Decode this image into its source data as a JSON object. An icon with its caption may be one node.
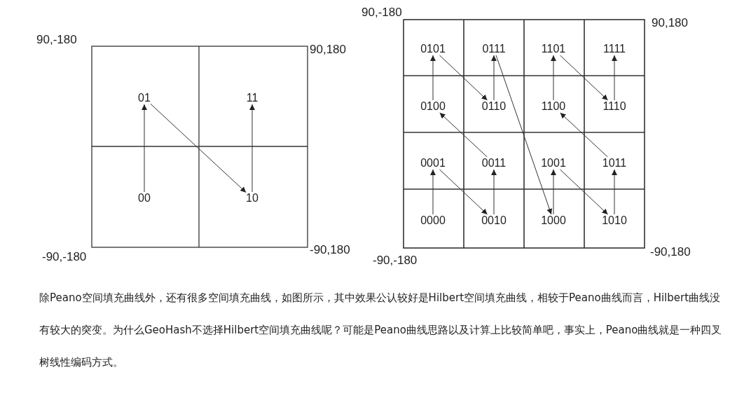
{
  "diagram": {
    "nodes": [
      {
        "text": [
          "01"
        ]
      },
      {
        "text": [
          "11"
        ]
      },
      {
        "text": [
          "00"
        ]
      },
      {
        "text": [
          "10"
        ]
      },
      {
        "text": [
          "0101"
        ]
      },
      {
        "text": [
          "0111"
        ]
      },
      {
        "text": [
          "1101"
        ]
      },
      {
        "text": [
          "1111"
        ]
      },
      {
        "text": [
          "0100"
        ]
      },
      {
        "text": [
          "0110"
        ]
      },
      {
        "text": [
          "1100"
        ]
      },
      {
        "text": [
          "1110"
        ]
      },
      {
        "text": [
          "0001"
        ]
      },
      {
        "text": [
          "0011"
        ]
      },
      {
        "text": [
          "1001"
        ]
      },
      {
        "text": [
          "1011"
        ]
      },
      {
        "text": [
          "0000"
        ]
      },
      {
        "text": [
          "0010"
        ]
      },
      {
        "text": [
          "1000"
        ]
      },
      {
        "text": [
          "1010"
        ]
      }
    ],
    "edges": [
      {
        "from": 2,
        "to": 0,
        "arrow": "to"
      },
      {
        "from": 0,
        "to": 3,
        "arrow": "to"
      },
      {
        "from": 3,
        "to": 1,
        "arrow": "to"
      },
      {
        "from": 16,
        "to": 12,
        "arrow": "to"
      },
      {
        "from": 12,
        "to": 17,
        "arrow": "to"
      },
      {
        "from": 17,
        "to": 13,
        "arrow": "to"
      },
      {
        "from": 13,
        "to": 8,
        "arrow": "to"
      },
      {
        "from": 8,
        "to": 4,
        "arrow": "to"
      },
      {
        "from": 4,
        "to": 9,
        "arrow": "to"
      },
      {
        "from": 9,
        "to": 5,
        "arrow": "to"
      },
      {
        "from": 5,
        "to": 18,
        "arrow": "to"
      },
      {
        "from": 18,
        "to": 14,
        "arrow": "to"
      },
      {
        "from": 14,
        "to": 19,
        "arrow": "to"
      },
      {
        "from": 19,
        "to": 15,
        "arrow": "to"
      },
      {
        "from": 15,
        "to": 10,
        "arrow": "to"
      },
      {
        "from": 10,
        "to": 6,
        "arrow": "to"
      },
      {
        "from": 6,
        "to": 11,
        "arrow": "to"
      },
      {
        "from": 11,
        "to": 7,
        "arrow": "to"
      }
    ],
    "labels": [
      "90,-180",
      "90,-180",
      "90,180",
      "90,180",
      "-90,180",
      "-90,180",
      "-90,-180",
      "-90,-180",
      "除Peano空间填充曲线外，还有很多空间填充曲线，如图所示，其中效果公认较好是Hilbert空间填充曲线，相较于Peano曲线而言，Hilbert曲线没有较大的突变。为什么GeoHash不选择Hilbert空间填充曲线呢？可能是Peano曲线思路以及计算上比较简单吧，事实上，Peano曲线就是一种四叉树线性编码方式。"
    ]
  }
}
